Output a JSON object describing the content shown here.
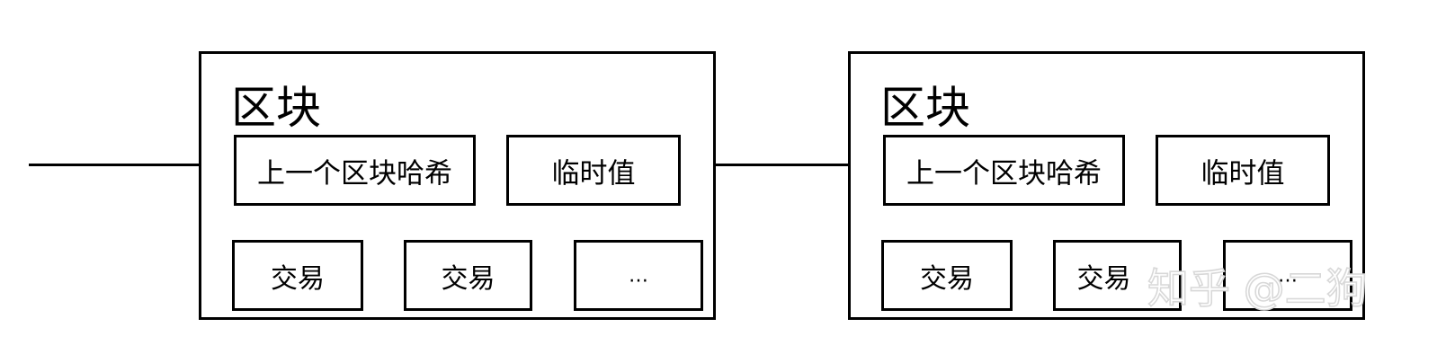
{
  "blocks": [
    {
      "title": "区块",
      "prev_hash_label": "上一个区块哈希",
      "nonce_label": "临时值",
      "transactions": [
        "交易",
        "交易",
        "…"
      ]
    },
    {
      "title": "区块",
      "prev_hash_label": "上一个区块哈希",
      "nonce_label": "临时值",
      "transactions": [
        "交易",
        "交易",
        "…"
      ]
    }
  ],
  "watermark": "知乎 @二狗",
  "colors": {
    "stroke": "#000000",
    "background": "#ffffff",
    "watermark_outline": "#d8d8d8"
  }
}
